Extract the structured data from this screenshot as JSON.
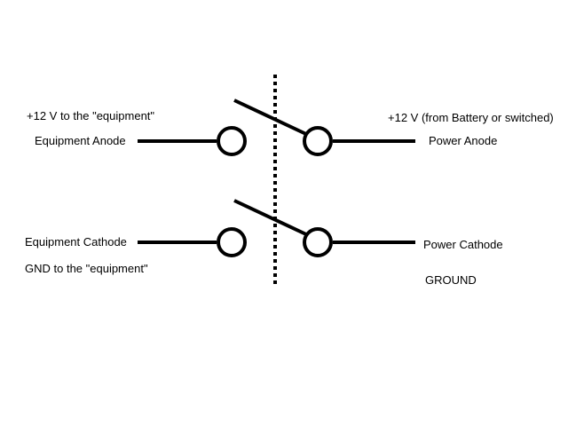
{
  "labels": {
    "equipment_positive": "+12 V to the \"equipment\"",
    "equipment_anode": "Equipment Anode",
    "power_positive": "+12 V (from Battery or switched)",
    "power_anode": "Power Anode",
    "equipment_cathode": "Equipment Cathode",
    "equipment_ground": "GND to the \"equipment\"",
    "power_cathode": "Power Cathode",
    "power_ground": "GROUND"
  },
  "colors": {
    "line": "#000000",
    "background": "#ffffff"
  }
}
